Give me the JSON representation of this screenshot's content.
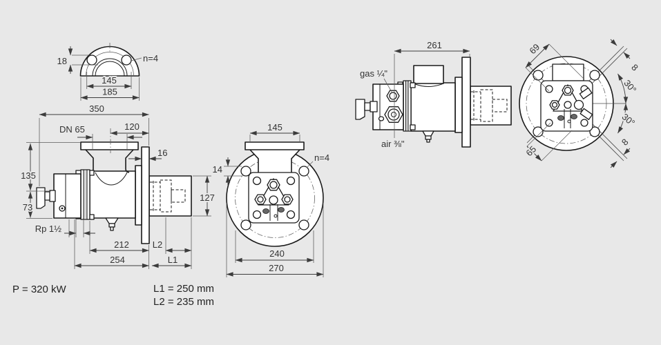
{
  "colors": {
    "background": "#e8e8e8",
    "line": "#1a1a1a",
    "dimension_text": "#333333",
    "part_fill": "#ffffff"
  },
  "views": {
    "flange_half": {
      "dim_hole_diameter": "18",
      "bolt_count": "n=4",
      "dim_bolt_circle": "145",
      "dim_outer_diameter": "185"
    },
    "side_left": {
      "dim_overall_length": "350",
      "dim_flange_offset": "120",
      "flange_size": "DN 65",
      "dim_plate_thickness": "16",
      "dim_height_upper": "135",
      "dim_height_lower": "73",
      "thread_label": "Rp 1½",
      "dim_body_length": "212",
      "dim_total_length": "254",
      "dim_l2": "L2",
      "dim_l1": "L1",
      "dim_tube_diameter": "127"
    },
    "front": {
      "dim_flange_width": "145",
      "dim_hole_diameter": "14",
      "bolt_count": "n=4",
      "dim_bolt_circle": "240",
      "dim_outer_diameter": "270"
    },
    "side_right": {
      "dim_length": "261",
      "gas_port_label": "gas ¼\"",
      "air_port_label": "air ⅜\""
    },
    "rear": {
      "dim_diag_upper": "69",
      "dim_offset_upper": "8",
      "angle_upper": "30°",
      "angle_lower": "30°",
      "dim_offset_lower": "8",
      "dim_diag_lower": "65"
    }
  },
  "notes": {
    "power": "P = 320 kW",
    "l1": "L1 = 250 mm",
    "l2": "L2 = 235 mm"
  }
}
